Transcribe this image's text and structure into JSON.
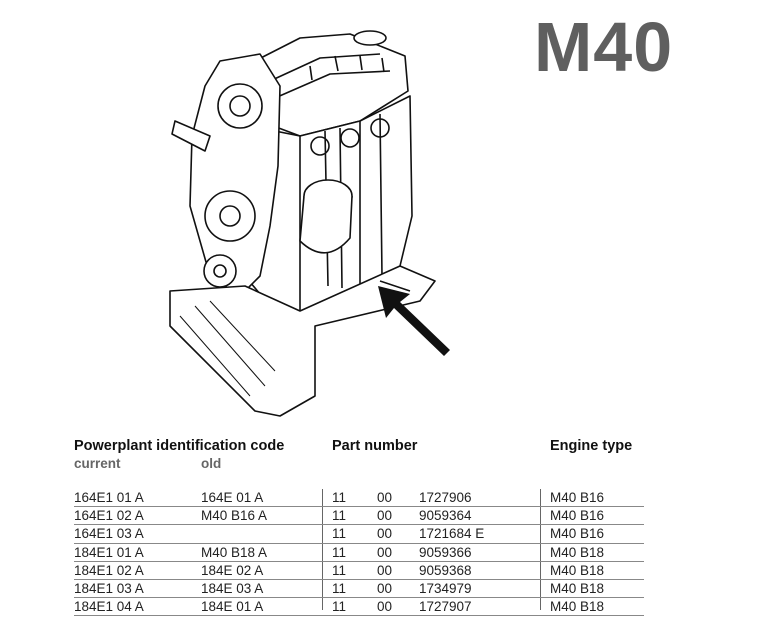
{
  "title": "M40",
  "headers": {
    "powerplant": "Powerplant identification code",
    "current": "current",
    "old": "old",
    "part_number": "Part number",
    "engine_type": "Engine type"
  },
  "rows": [
    {
      "current": "164E1 01 A",
      "old": "164E 01 A",
      "p1": "11",
      "p2": "00",
      "p3": "1727906",
      "engine": "M40 B16"
    },
    {
      "current": "164E1 02 A",
      "old": "M40 B16 A",
      "p1": "11",
      "p2": "00",
      "p3": "9059364",
      "engine": "M40 B16"
    },
    {
      "current": "164E1 03 A",
      "old": "",
      "p1": "11",
      "p2": "00",
      "p3": "1721684 E",
      "engine": "M40 B16"
    },
    {
      "current": "184E1 01 A",
      "old": "M40 B18 A",
      "p1": "11",
      "p2": "00",
      "p3": "9059366",
      "engine": "M40 B18"
    },
    {
      "current": "184E1 02 A",
      "old": "184E 02 A",
      "p1": "11",
      "p2": "00",
      "p3": "9059368",
      "engine": "M40 B18"
    },
    {
      "current": "184E1 03 A",
      "old": "184E 03 A",
      "p1": "11",
      "p2": "00",
      "p3": "1734979",
      "engine": "M40 B18"
    },
    {
      "current": "184E1 04 A",
      "old": "184E 01 A",
      "p1": "11",
      "p2": "00",
      "p3": "1727907",
      "engine": "M40 B18"
    }
  ],
  "illustration": {
    "icon": "engine-drawing",
    "pointer": "arrow-icon"
  },
  "colors": {
    "title": "#5f5f5f",
    "subheader": "#666666",
    "rule": "#888888"
  }
}
